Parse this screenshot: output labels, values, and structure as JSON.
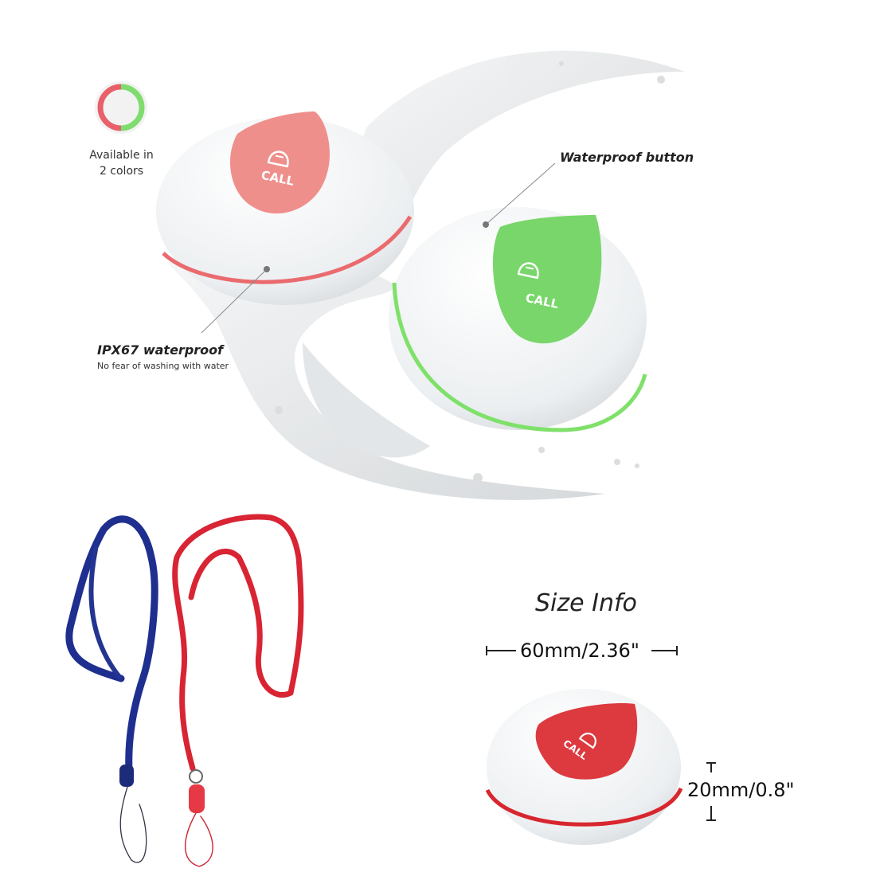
{
  "colors_badge": {
    "label_line1": "Available in",
    "label_line2": "2 colors",
    "color_red": "#e8606a",
    "color_green": "#7fdc6e"
  },
  "buttons": {
    "icon_text": "CALL",
    "red_top": "#ef8f8c",
    "green_top": "#79d66b",
    "red_ring": "#ea6b6e",
    "green_ring": "#7fe06a"
  },
  "callouts": {
    "waterproof_button": "Waterproof button",
    "ipx67_title": "IPX67 waterproof",
    "ipx67_sub": "No fear of washing with water"
  },
  "lanyards": {
    "blue": "#1f2f8f",
    "red": "#d82433"
  },
  "size_info": {
    "title": "Size Info",
    "width": "60mm/2.36\"",
    "height": "20mm/0.8\"",
    "button_top": "#dc3a3f",
    "button_ring": "#d8262e"
  }
}
